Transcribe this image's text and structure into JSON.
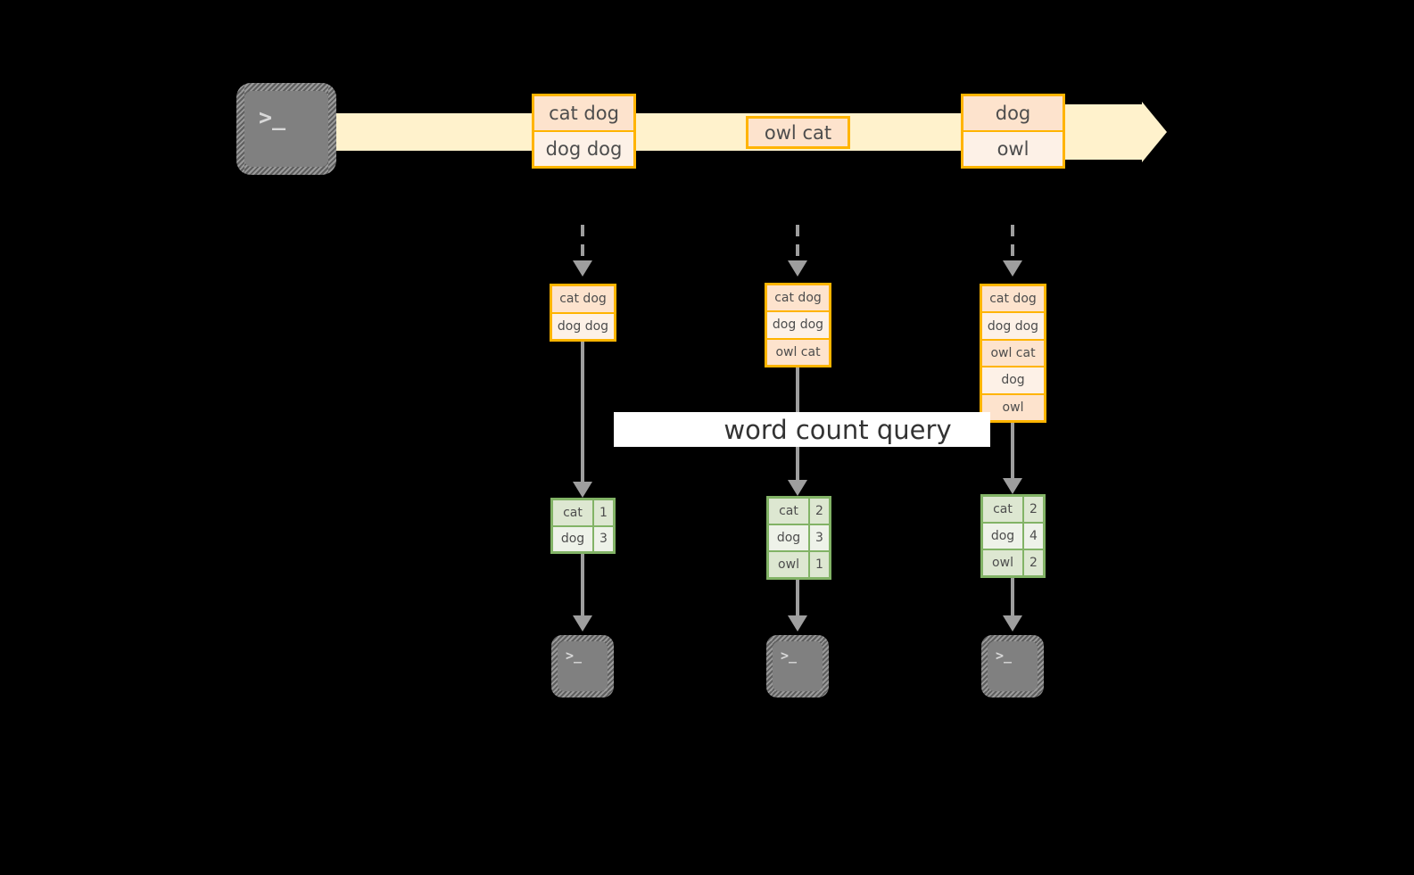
{
  "diagram": {
    "title_label": "word count query",
    "colors": {
      "background": "#000000",
      "stream_band": "#fff2cc",
      "record_border": "#ffb400",
      "record_fill_dark": "#fde3cd",
      "record_fill_light": "#fdf1e7",
      "result_border": "#82b366",
      "result_fill_dark": "#dde7d1",
      "result_fill_light": "#eef2e9",
      "connector": "#9e9e9e",
      "terminal_fill": "#808080",
      "label_band": "#ffffff"
    },
    "source": {
      "icon": "terminal-icon",
      "glyph": ">_"
    },
    "stream": {
      "batches": [
        {
          "lines": [
            "cat dog",
            "dog dog"
          ]
        },
        {
          "lines": [
            "owl cat"
          ]
        },
        {
          "lines": [
            "dog",
            "owl"
          ]
        }
      ]
    },
    "columns": [
      {
        "accumulated": {
          "lines": [
            "cat dog",
            "dog dog"
          ]
        },
        "result": {
          "rows": [
            {
              "word": "cat",
              "count": "1"
            },
            {
              "word": "dog",
              "count": "3"
            }
          ]
        },
        "sink": {
          "icon": "terminal-icon",
          "glyph": ">_"
        }
      },
      {
        "accumulated": {
          "lines": [
            "cat dog",
            "dog dog",
            "owl cat"
          ]
        },
        "result": {
          "rows": [
            {
              "word": "cat",
              "count": "2"
            },
            {
              "word": "dog",
              "count": "3"
            },
            {
              "word": "owl",
              "count": "1"
            }
          ]
        },
        "sink": {
          "icon": "terminal-icon",
          "glyph": ">_"
        }
      },
      {
        "accumulated": {
          "lines": [
            "cat dog",
            "dog dog",
            "owl cat",
            "dog",
            "owl"
          ]
        },
        "result": {
          "rows": [
            {
              "word": "cat",
              "count": "2"
            },
            {
              "word": "dog",
              "count": "4"
            },
            {
              "word": "owl",
              "count": "2"
            }
          ]
        },
        "sink": {
          "icon": "terminal-icon",
          "glyph": ">_"
        }
      }
    ]
  }
}
